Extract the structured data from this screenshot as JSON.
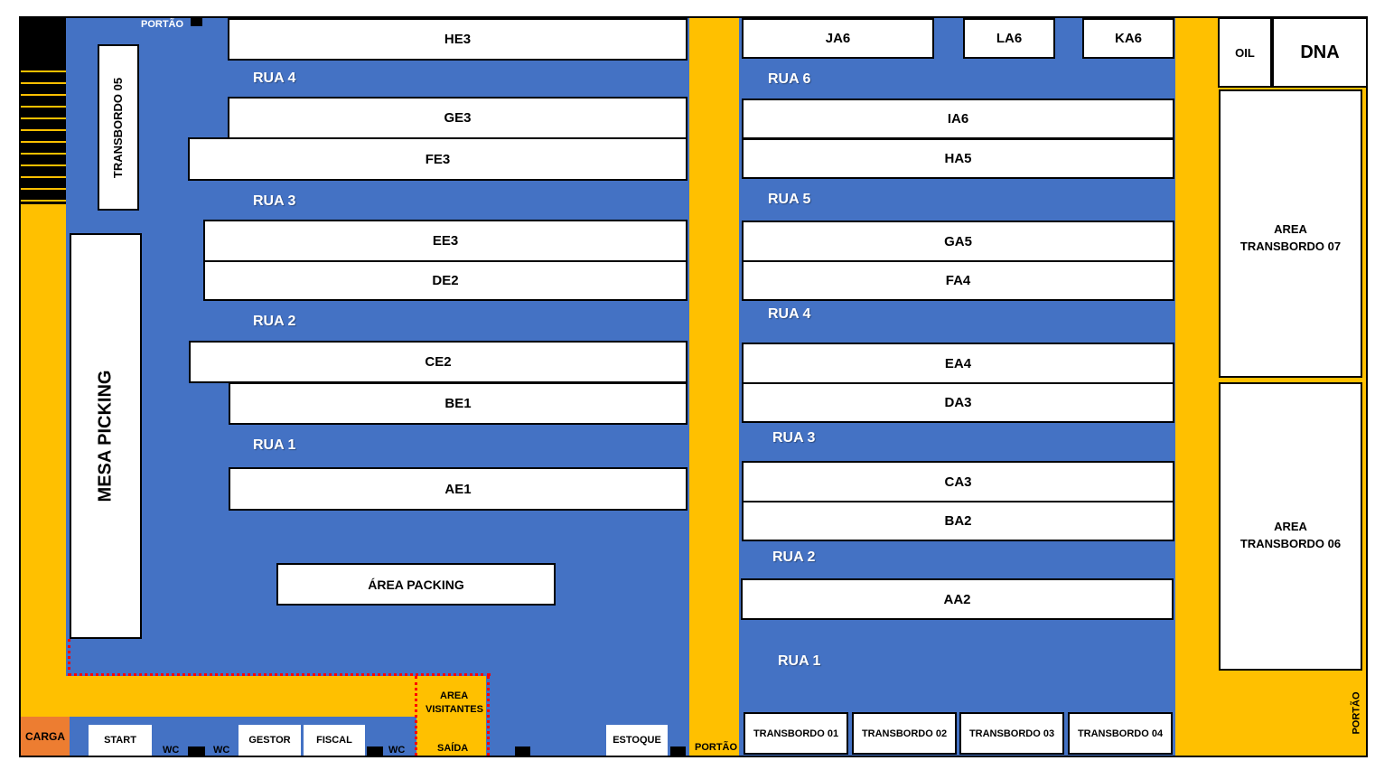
{
  "gates": {
    "portao_top": "PORTÃO",
    "portao_center": "PORTÃO",
    "portao_right": "PORTÃO"
  },
  "left_zone": {
    "transbordo05": "TRANSBORDO 05",
    "mesa_picking": "MESA PICKING",
    "streets": [
      "RUA 4",
      "RUA 3",
      "RUA 2",
      "RUA 1"
    ],
    "racks": [
      "HE3",
      "GE3",
      "FE3",
      "EE3",
      "DE2",
      "CE2",
      "BE1",
      "AE1"
    ],
    "area_packing": "ÁREA PACKING"
  },
  "bottom_bar": {
    "carga": "CARGA",
    "start": "START",
    "wc": "WC",
    "gestor": "GESTOR",
    "fiscal": "FISCAL",
    "area_visitantes_line1": "AREA",
    "area_visitantes_line2": "VISITANTES",
    "saida": "SAÍDA",
    "estoque": "ESTOQUE"
  },
  "right_zone": {
    "top_racks": [
      "JA6",
      "LA6",
      "KA6"
    ],
    "streets": [
      "RUA 6",
      "RUA 5",
      "RUA 4",
      "RUA 3",
      "RUA 2",
      "RUA 1"
    ],
    "racks": [
      "IA6",
      "HA5",
      "GA5",
      "FA4",
      "EA4",
      "DA3",
      "CA3",
      "BA2",
      "AA2"
    ],
    "transbordos": [
      "TRANSBORDO 01",
      "TRANSBORDO 02",
      "TRANSBORDO 03",
      "TRANSBORDO 04"
    ]
  },
  "far_right": {
    "oil": "OIL",
    "dna": "DNA",
    "transbordo07_line1": "AREA",
    "transbordo07_line2": "TRANSBORDO 07",
    "transbordo06_line1": "AREA",
    "transbordo06_line2": "TRANSBORDO 06"
  },
  "colors": {
    "floor": "#4472C4",
    "corridor": "#FFC000",
    "carga": "#ED7D31",
    "path": "#FF0000"
  }
}
